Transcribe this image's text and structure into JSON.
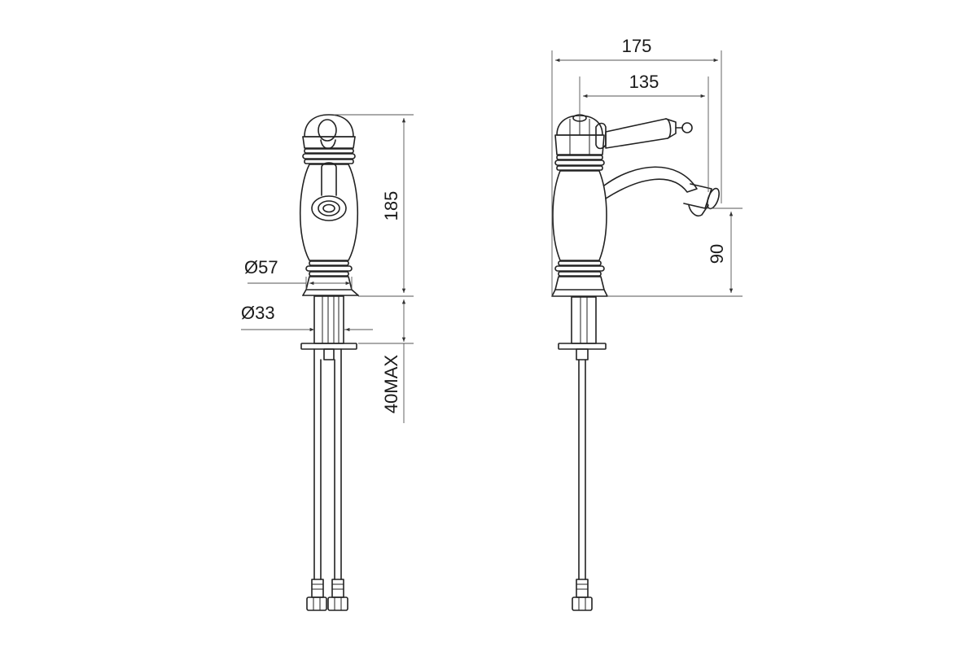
{
  "drawing": {
    "front_view": {
      "dimensions": {
        "height": "185",
        "base_diameter": "Ø57",
        "shank_diameter": "Ø33",
        "max_thickness": "40MAX"
      }
    },
    "side_view": {
      "dimensions": {
        "overall_width": "175",
        "spout_reach": "135",
        "spout_height": "90"
      }
    }
  }
}
